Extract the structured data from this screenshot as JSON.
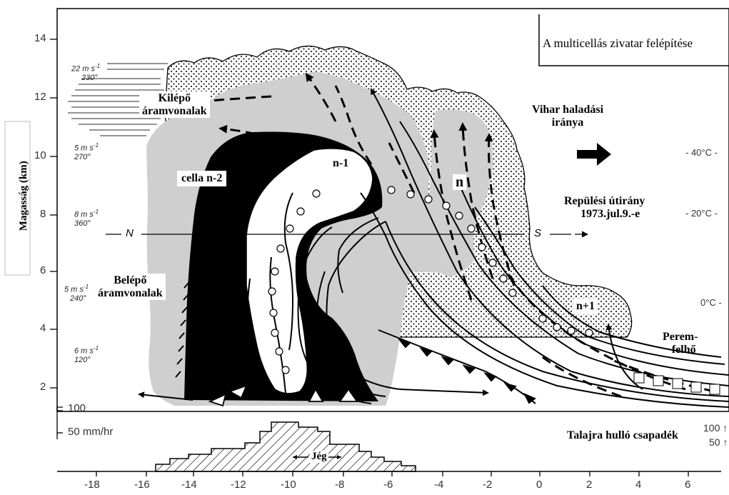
{
  "title": "A multicellás zivatar felépítése",
  "y_axis_label": "Magasság (km)",
  "y_ticks": [
    "14",
    "12",
    "10",
    "8",
    "6",
    "4",
    "2"
  ],
  "x_ticks": [
    "-18",
    "-16",
    "-14",
    "-12",
    "-10",
    "-8",
    "-6",
    "-4",
    "-2",
    "0",
    "2",
    "4",
    "6"
  ],
  "labels": {
    "exit_line1": "Kilépő",
    "exit_line2": "áramvonalak",
    "entry_line1": "Belépő",
    "entry_line2": "áramvonalak",
    "cell_n2": "cella n-2",
    "cell_n1": "n-1",
    "cell_n": "n",
    "cell_n_plus_1": "n+1",
    "storm_dir_line1": "Vihar haladási",
    "storm_dir_line2": "iránya",
    "flight_line1": "Repülési útirány",
    "flight_line2": "1973.jul.9.-e",
    "shelf_line1": "Perem-",
    "shelf_line2": "felhő",
    "north": "N",
    "south": "S",
    "ice": "Jég"
  },
  "wind_profile": [
    {
      "speed": "22 m s",
      "sup": "-1",
      "dir": "230°"
    },
    {
      "speed": "5 m s",
      "sup": "-1",
      "dir": "270°"
    },
    {
      "speed": "8 m s",
      "sup": "-1",
      "dir": "360°"
    },
    {
      "speed": "5 m s",
      "sup": "-1",
      "dir": "240°"
    },
    {
      "speed": "6 m s",
      "sup": "-1",
      "dir": "120°"
    }
  ],
  "temperatures": [
    "- 40°C -",
    "- 20°C -",
    "0°C -"
  ],
  "precip": {
    "title": "Talajra hulló csapadék",
    "tick_100": "100",
    "tick_50": "50 mm/hr",
    "right_100": "100 ↑",
    "right_50": "50 ↑"
  }
}
